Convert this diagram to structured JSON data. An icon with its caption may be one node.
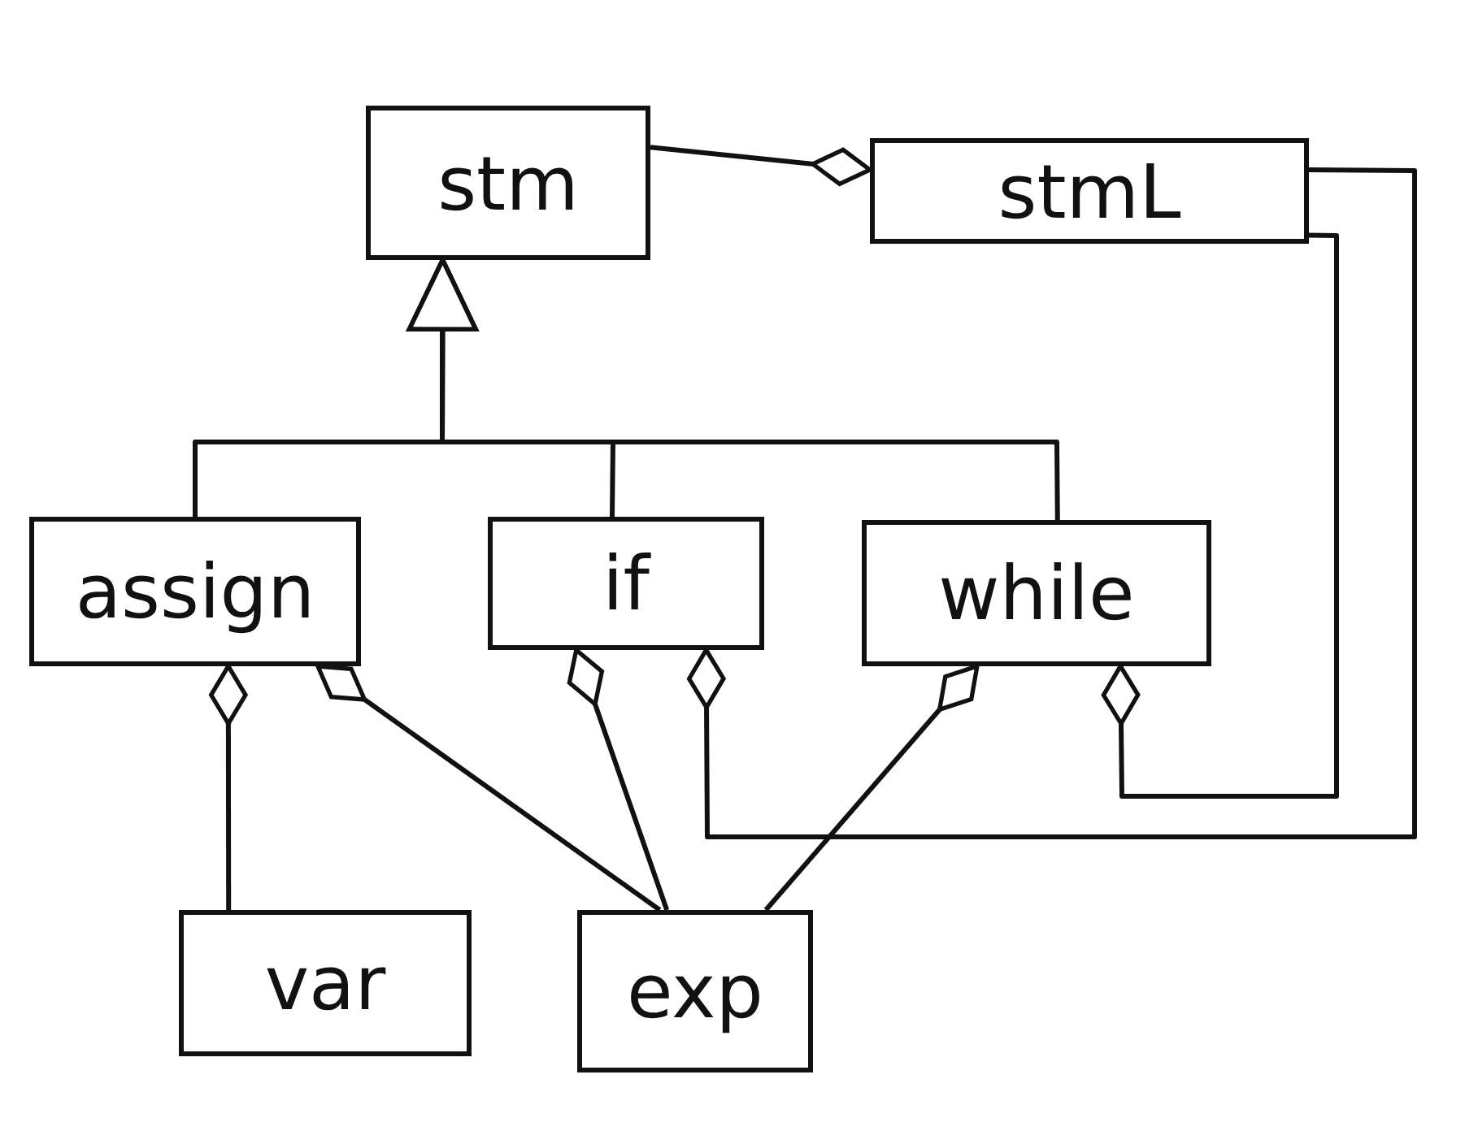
{
  "diagram": {
    "nodes": [
      {
        "text": [
          "stm"
        ]
      },
      {
        "text": [
          "stmL"
        ]
      },
      {
        "text": [
          "assign"
        ]
      },
      {
        "text": [
          "if"
        ]
      },
      {
        "text": [
          "while"
        ]
      },
      {
        "text": [
          "var"
        ]
      },
      {
        "text": [
          "exp"
        ]
      }
    ],
    "edges": [
      {
        "from": 0,
        "to": 1,
        "arrow": "other"
      },
      {
        "from": 2,
        "to": 0,
        "arrow": "to"
      },
      {
        "from": 3,
        "to": 0,
        "arrow": "to"
      },
      {
        "from": 4,
        "to": 0,
        "arrow": "to"
      },
      {
        "from": 5,
        "to": 2,
        "arrow": "other"
      },
      {
        "from": 6,
        "to": 2,
        "arrow": "other"
      },
      {
        "from": 6,
        "to": 3,
        "arrow": "other"
      },
      {
        "from": 1,
        "to": 3,
        "arrow": "other"
      },
      {
        "from": 6,
        "to": 4,
        "arrow": "other"
      },
      {
        "from": 1,
        "to": 4,
        "arrow": "other"
      }
    ]
  }
}
